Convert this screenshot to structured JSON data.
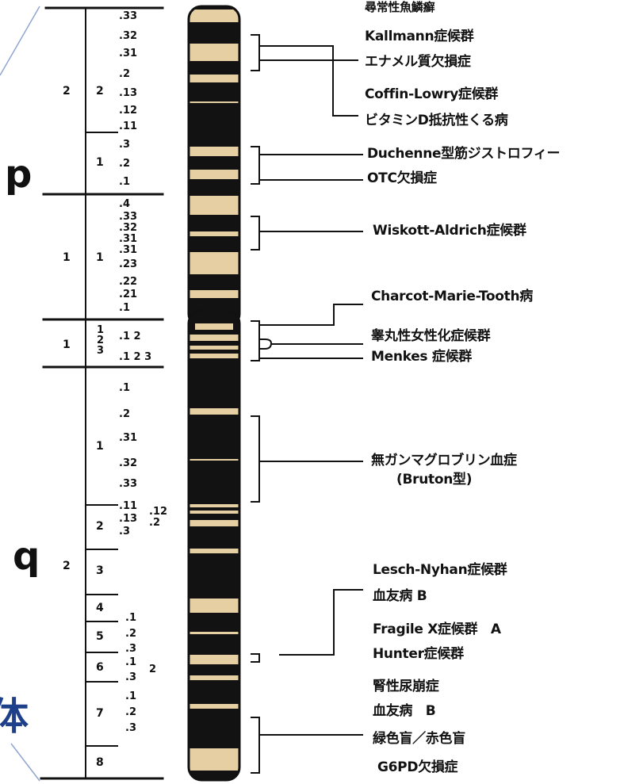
{
  "arms": {
    "p": "p",
    "q": "q"
  },
  "corner_text": "体",
  "level1": [
    "2",
    "1",
    "1",
    "2"
  ],
  "level2": [
    "2",
    "1",
    "1",
    "1\n2\n3",
    "1",
    "2",
    "3",
    "4",
    "5",
    "6",
    "7",
    "8"
  ],
  "subbands": {
    "p22": [
      ".33",
      ".32",
      ".31",
      ".2",
      ".13",
      ".12",
      ".11"
    ],
    "p21": [
      ".3",
      ".2",
      ".1"
    ],
    "p11": [
      ".4",
      ".33",
      ".32",
      ".31",
      ".31",
      ".23",
      ".22",
      ".21",
      ".1"
    ],
    "q1x": [
      ".1 2",
      ".1 2 3"
    ],
    "q21": [
      ".1",
      ".2",
      ".31",
      ".32",
      ".33"
    ],
    "q22": [
      ".11",
      ".13",
      ".3",
      ".12",
      ".2"
    ],
    "q25": [
      ".1",
      ".2",
      ".3"
    ],
    "q26": [
      ".1",
      ".3",
      "2"
    ],
    "q27": [
      ".1",
      ".2",
      ".3"
    ]
  },
  "diseases": [
    "尋常性魚鱗癬",
    "Kallmann症候群",
    "エナメル質欠損症",
    "Coffin-Lowry症候群",
    "ビタミンD抵抗性くる病",
    "Duchenne型筋ジストロフィー",
    "OTC欠損症",
    "Wiskott-Aldrich症候群",
    "Charcot-Marie-Tooth病",
    "睾丸性女性化症候群",
    "Menkes 症候群",
    "無ガンマグロブリン血症",
    "(Bruton型)",
    "Lesch-Nyhan症候群",
    "血友病 B",
    "Fragile X症候群　A",
    "Hunter症候群",
    "腎性尿崩症",
    "血友病　B",
    "緑色盲／赤色盲",
    "G6PD欠損症"
  ],
  "colors": {
    "dark_band": "#121212",
    "light_band": "#e6cfa2",
    "ink": "#111111",
    "corner": "#1e3f8a"
  }
}
